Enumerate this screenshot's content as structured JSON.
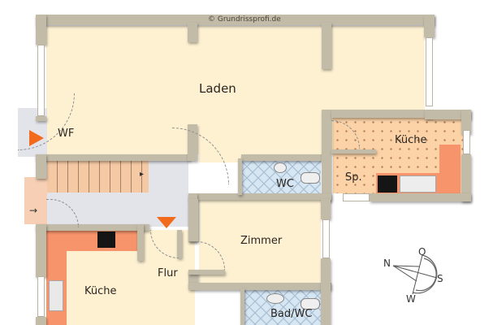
{
  "plan": {
    "copyright": "© Grundrissprofi.de",
    "rooms": [
      {
        "id": "laden",
        "label": "Laden"
      },
      {
        "id": "wf",
        "label": "WF"
      },
      {
        "id": "kueche-right",
        "label": "Küche"
      },
      {
        "id": "speisekammer",
        "label": "Sp."
      },
      {
        "id": "wc",
        "label": "WC"
      },
      {
        "id": "zimmer",
        "label": "Zimmer"
      },
      {
        "id": "flur",
        "label": "Flur"
      },
      {
        "id": "kueche-left",
        "label": "Küche"
      },
      {
        "id": "bad-wc",
        "label": "Bad/WC"
      }
    ],
    "compass": {
      "north": "N",
      "east": "O",
      "south": "S",
      "west": "W"
    },
    "colors": {
      "wall": "#c2bba8",
      "floor": "#fdf1d2",
      "tile": "#d6e6f3",
      "kitchen_floor": "#fbd3a7",
      "counter": "#f7946c",
      "entry_arrow": "#f26a1b",
      "hall": "#e3e4ea"
    }
  }
}
